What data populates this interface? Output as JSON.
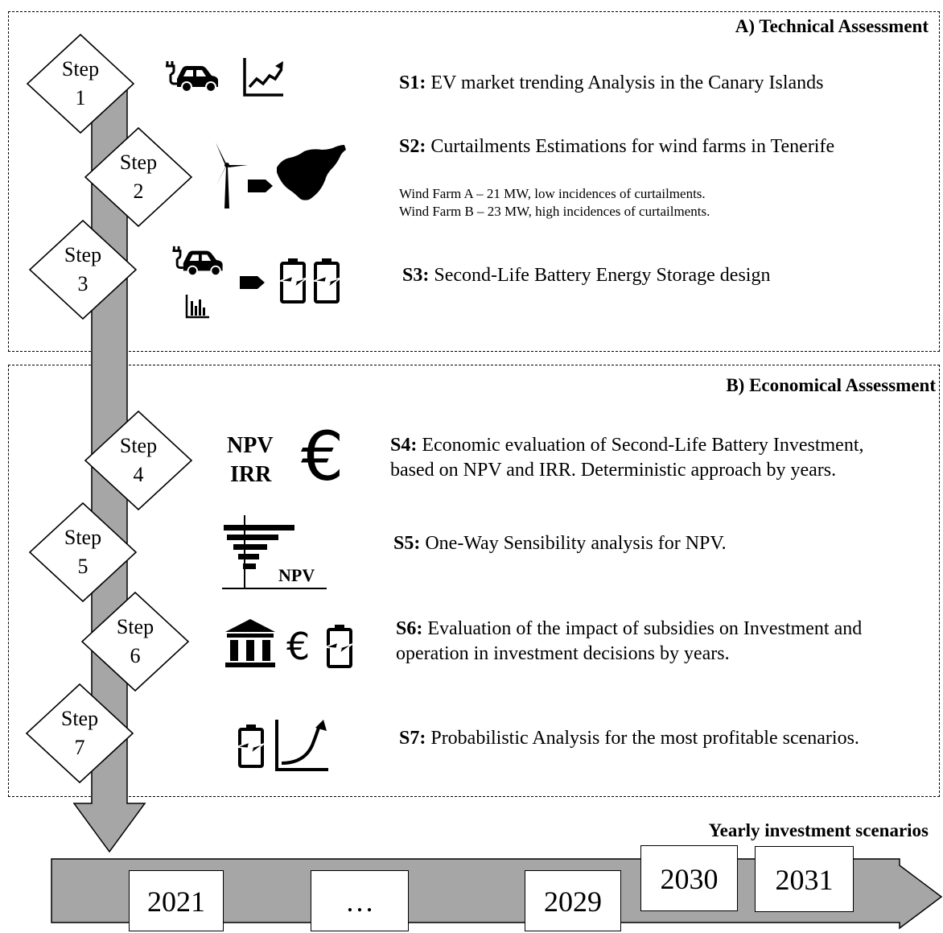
{
  "sections": {
    "technical": {
      "title": "A) Technical Assessment"
    },
    "economical": {
      "title": "B) Economical Assessment"
    }
  },
  "steps": [
    {
      "word": "Step",
      "num": "1",
      "id": "S1:",
      "text": " EV market trending Analysis in the Canary Islands",
      "icons": [
        "ev-car-icon",
        "trend-chart-icon"
      ]
    },
    {
      "word": "Step",
      "num": "2",
      "id": "S2:",
      "text": " Curtailments Estimations for wind farms in Tenerife",
      "icons": [
        "wind-turbine-icon",
        "arrow-right-icon",
        "tenerife-island-icon"
      ],
      "notes": [
        "Wind Farm A – 21 MW, low incidences of curtailments.",
        "Wind Farm B – 23 MW, high incidences of curtailments."
      ]
    },
    {
      "word": "Step",
      "num": "3",
      "id": "S3:",
      "text": " Second-Life Battery Energy Storage design",
      "icons": [
        "ev-car-icon",
        "bar-chart-icon",
        "arrow-right-icon",
        "battery-icon"
      ]
    },
    {
      "word": "Step",
      "num": "4",
      "id": "S4:",
      "text": " Economic evaluation of Second-Life Battery Investment,",
      "text2": "based on NPV and IRR. Deterministic approach by years.",
      "icon_text": [
        "NPV",
        "IRR"
      ],
      "icon_symbol": "€",
      "icons": [
        "euro-icon"
      ]
    },
    {
      "word": "Step",
      "num": "5",
      "id": "S5:",
      "text": " One-Way Sensibility analysis for NPV.",
      "icon_text": [
        "NPV"
      ],
      "icons": [
        "tornado-chart-icon"
      ]
    },
    {
      "word": "Step",
      "num": "6",
      "id": "S6:",
      "text": " Evaluation of the impact of subsidies on Investment and",
      "text2": "operation in investment decisions by years.",
      "icon_symbol": "€",
      "icons": [
        "bank-icon",
        "euro-icon",
        "battery-icon"
      ]
    },
    {
      "word": "Step",
      "num": "7",
      "id": "S7:",
      "text": " Probabilistic Analysis for the most profitable scenarios.",
      "icons": [
        "battery-icon",
        "growth-curve-icon"
      ]
    }
  ],
  "timeline": {
    "title": "Yearly investment scenarios",
    "years": [
      "2021",
      "…",
      "2029",
      "2030",
      "2031"
    ]
  },
  "colors": {
    "arrow_fill": "#a6a6a6",
    "stroke": "#000000",
    "background": "#ffffff"
  }
}
